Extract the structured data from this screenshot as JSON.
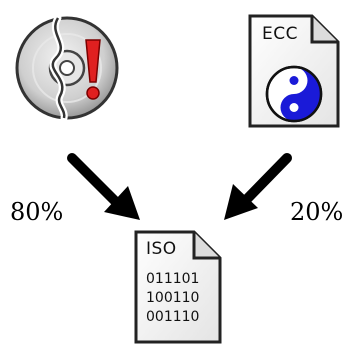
{
  "diagram": {
    "damaged_disc": {
      "icon": "damaged-disc-icon"
    },
    "ecc_file": {
      "label": "ECC",
      "icon": "yin-yang-icon"
    },
    "iso_file": {
      "label": "ISO",
      "bits": [
        "011101",
        "100110",
        "001110"
      ]
    },
    "left_share": "80%",
    "right_share": "20%"
  },
  "colors": {
    "exclamation": "#e02020",
    "yin_yang_blue": "#1a1ad8",
    "disc_gray": "#c8c8c8"
  }
}
